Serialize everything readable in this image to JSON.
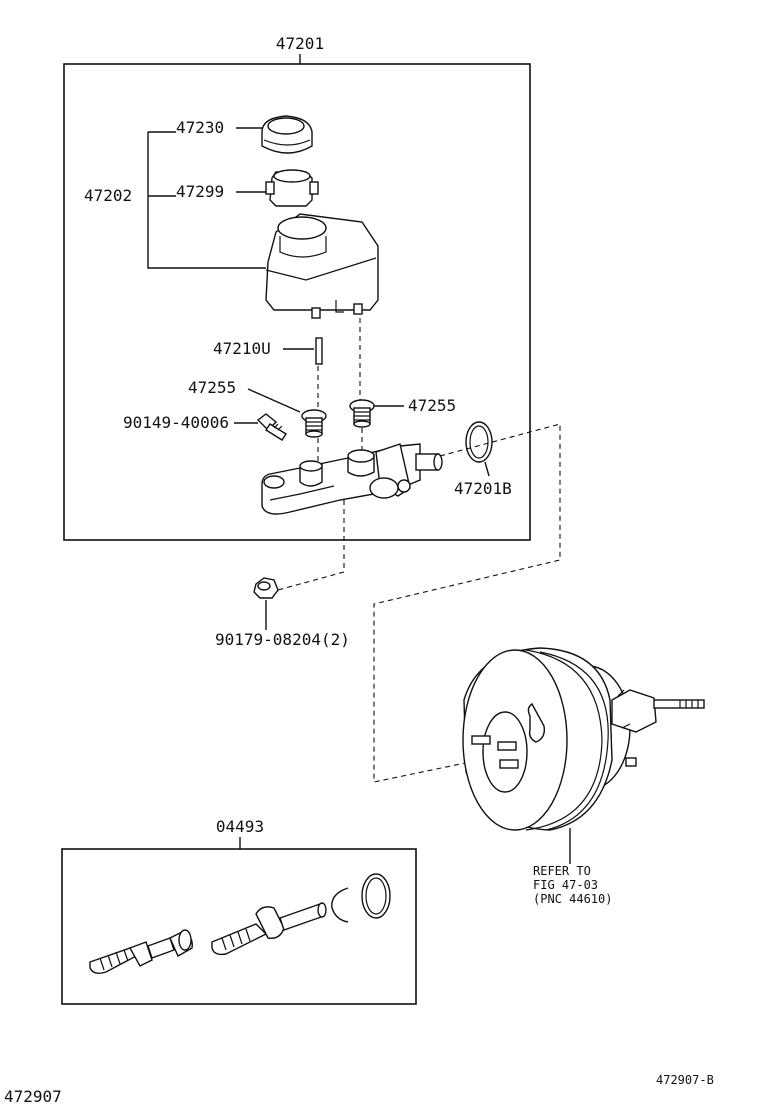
{
  "labels": {
    "assembly": "47201",
    "reservoir_cap": "47230",
    "reservoir_set": "47202",
    "strainer": "47299",
    "pin": "47210U",
    "grommet_left": "47255",
    "grommet_right": "47255",
    "plug": "90149-40006",
    "oring": "47201B",
    "nut": "90179-08204(2)",
    "kit": "04493",
    "refer_line1": "REFER TO",
    "refer_line2": "FIG 47-03",
    "refer_line3": "(PNC 44610)",
    "figure_code": "472907-B",
    "page_code": "472907"
  }
}
